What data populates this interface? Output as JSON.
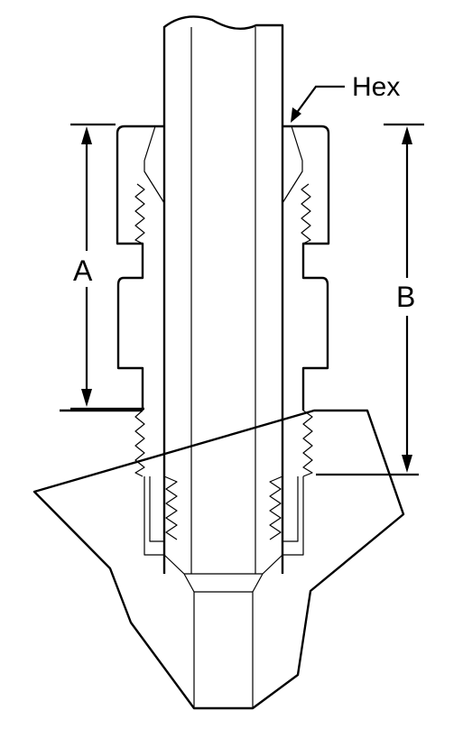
{
  "labels": {
    "hex": "Hex",
    "a": "A",
    "b": "B"
  },
  "colors": {
    "line": "#000000",
    "background": "#ffffff"
  }
}
